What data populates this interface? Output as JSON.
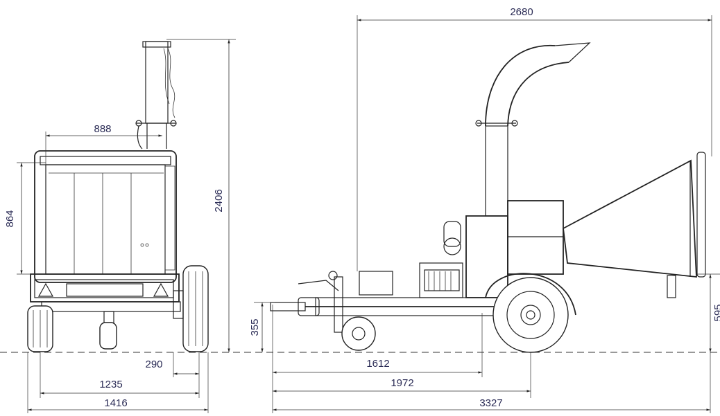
{
  "dimensions": {
    "overall_length_top": "2680",
    "front_hopper_width": "888",
    "front_hopper_height": "864",
    "front_total_height": "2406",
    "front_wheel_offset": "290",
    "front_track_width": "1235",
    "front_overall_width": "1416",
    "side_hitch_height": "355",
    "side_infeed_height": "595",
    "side_to_front_axle": "1612",
    "side_to_axle": "1972",
    "side_overall_length": "3327"
  },
  "colors": {
    "dimension_text": "#2a2b55",
    "line": "#222222"
  }
}
